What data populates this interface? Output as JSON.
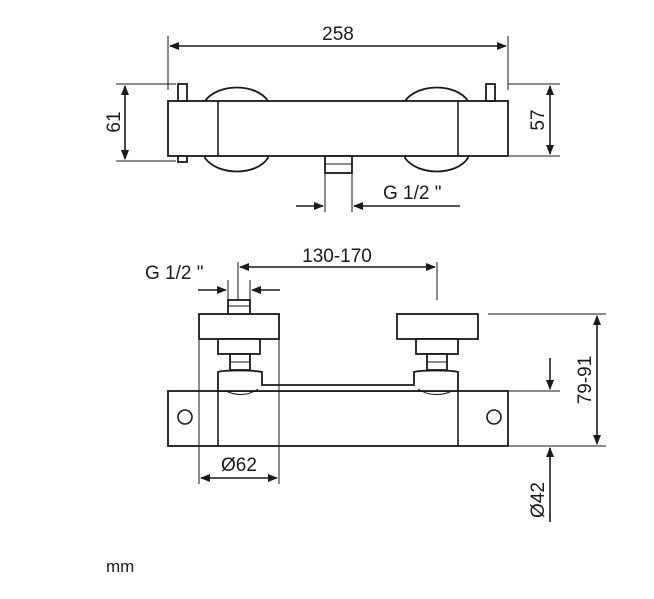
{
  "dimensions": {
    "overall_width": "258",
    "height_left": "61",
    "height_right": "57",
    "outlet_thread_top": "G 1/2 \"",
    "center_distance": "130-170",
    "inlet_thread": "G 1/2 \"",
    "projection": "79-91",
    "body_diameter_end": "Ø62",
    "body_diameter": "Ø42"
  },
  "units_label": "mm"
}
